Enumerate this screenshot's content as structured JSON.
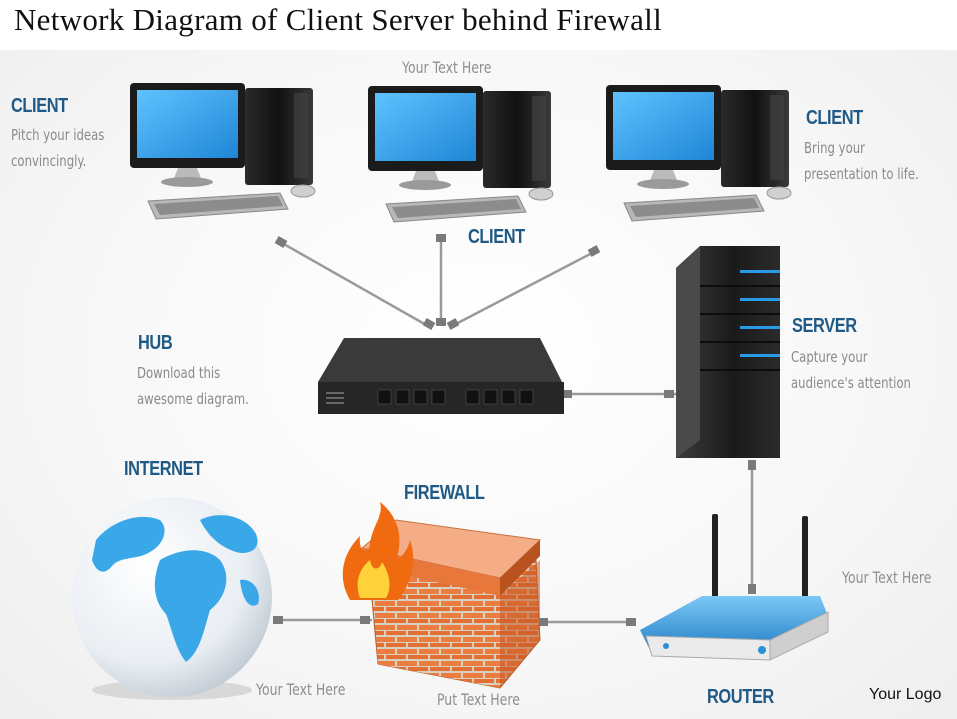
{
  "title": "Network Diagram of Client Server behind Firewall",
  "labels": {
    "client_left": {
      "heading": "CLIENT",
      "line1": "Pitch your ideas",
      "line2": "convincingly."
    },
    "client_right": {
      "heading": "CLIENT",
      "line1": "Bring your",
      "line2": "presentation to life."
    },
    "client_center": {
      "heading": "CLIENT"
    },
    "top_placeholder": "Your Text Here",
    "hub": {
      "heading": "HUB",
      "line1": "Download this",
      "line2": "awesome diagram."
    },
    "server": {
      "heading": "SERVER",
      "line1": "Capture your",
      "line2": "audience's attention"
    },
    "internet": {
      "heading": "INTERNET",
      "caption": "Your Text Here"
    },
    "firewall": {
      "heading": "FIREWALL",
      "caption": "Put Text Here"
    },
    "router": {
      "heading": "ROUTER",
      "caption": "Your Text Here"
    },
    "logo": "Your Logo"
  },
  "colors": {
    "heading": "#1f5a86",
    "body_text": "#8a8a8a",
    "screen": "#2e9ee8",
    "globe": "#3aa8e8",
    "brick": "#e8773c",
    "flame": "#f06a10",
    "router": "#2f8fd0"
  }
}
